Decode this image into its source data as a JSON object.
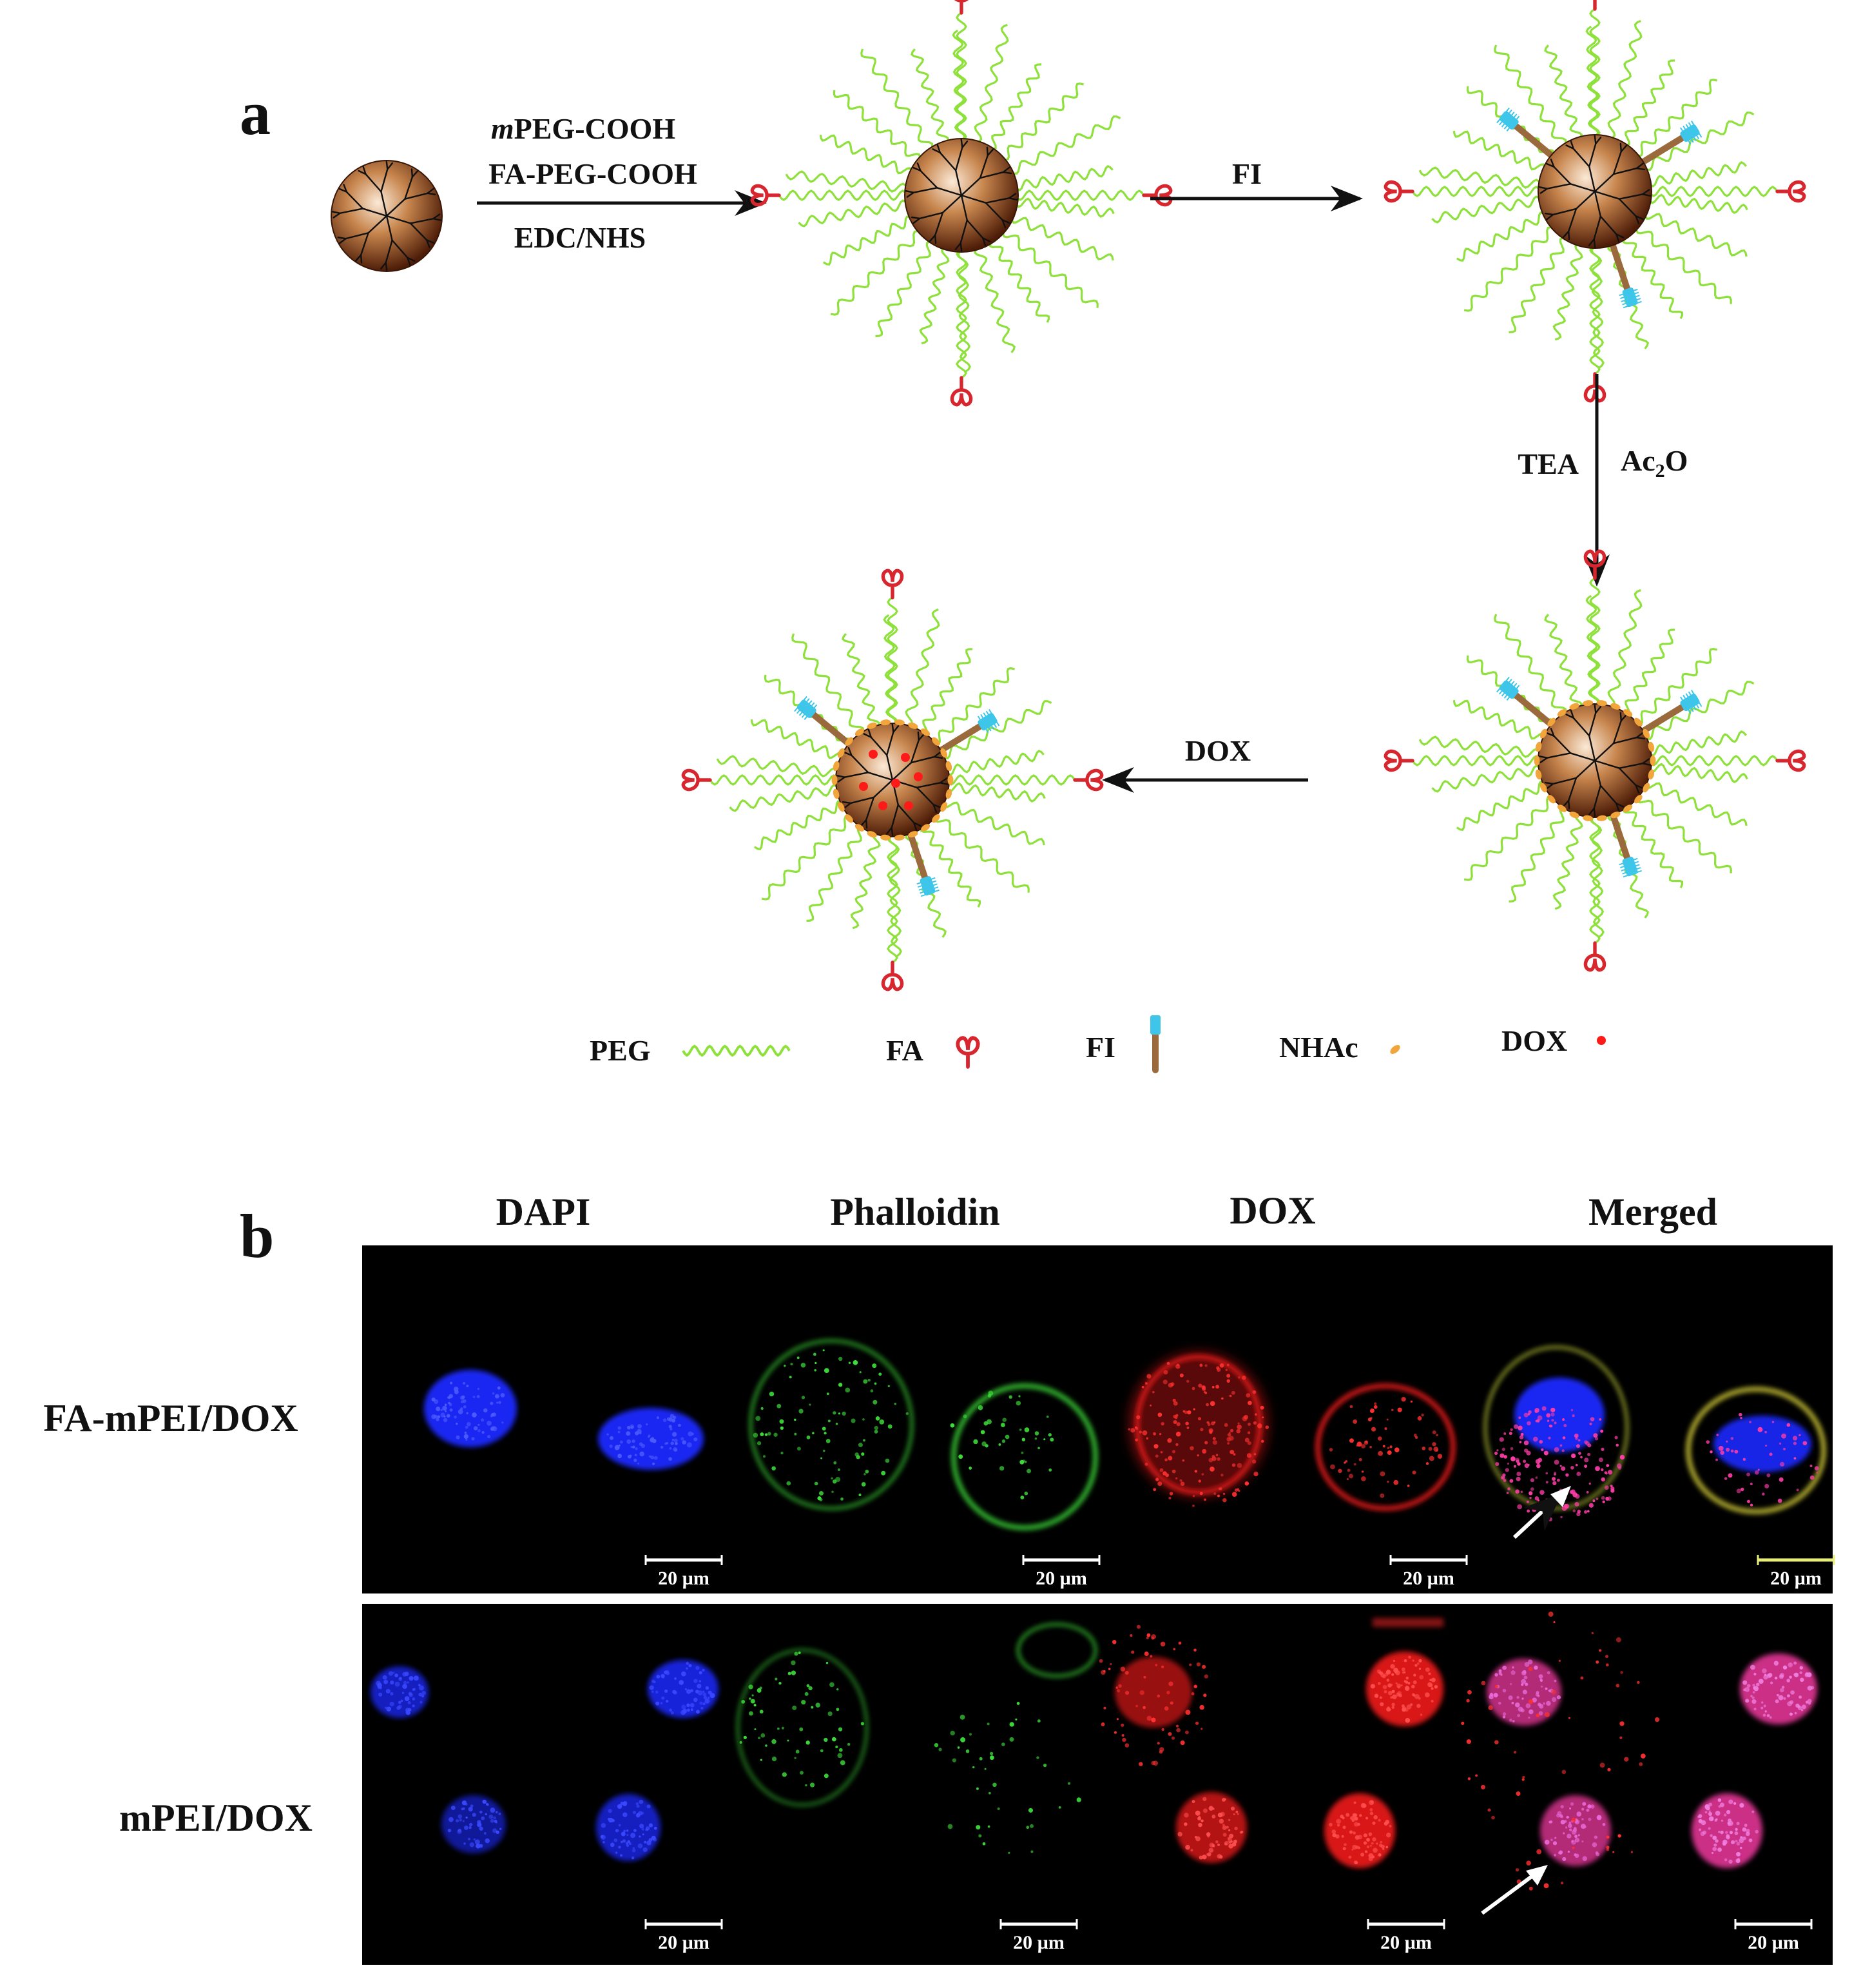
{
  "panel_a": {
    "label": "a",
    "step1": {
      "line1_italic": "m",
      "line1_rest": "PEG-COOH",
      "line2": "FA-PEG-COOH",
      "line3": "EDC/NHS"
    },
    "step2": "FI",
    "step3": {
      "left": "TEA",
      "right_main": "Ac",
      "right_sub": "2",
      "right_end": "O"
    },
    "step4": "DOX",
    "legend": [
      {
        "label": "PEG",
        "icon": "peg-chain-icon"
      },
      {
        "label": "FA",
        "icon": "folate-icon"
      },
      {
        "label": "FI",
        "icon": "fi-rod-icon"
      },
      {
        "label": "NHAc",
        "icon": "nhac-icon"
      },
      {
        "label": "DOX",
        "icon": "dox-dot-icon"
      }
    ]
  },
  "panel_b": {
    "label": "b",
    "columns": [
      "DAPI",
      "Phalloidin",
      "DOX",
      "Merged"
    ],
    "rows": [
      "FA-mPEI/DOX",
      "mPEI/DOX"
    ],
    "scale_bar": "20 µm"
  },
  "colors": {
    "peg": "#8ee03a",
    "folate": "#d8262f",
    "fi_tip": "#3ec6ea",
    "fi_stem": "#9a6a3c",
    "nhac": "#f2a53a",
    "dox": "#ff1a1a",
    "dapi": "#1f2cff",
    "phalloidin": "#3de03a",
    "merged_dox": "#ff3da8"
  }
}
